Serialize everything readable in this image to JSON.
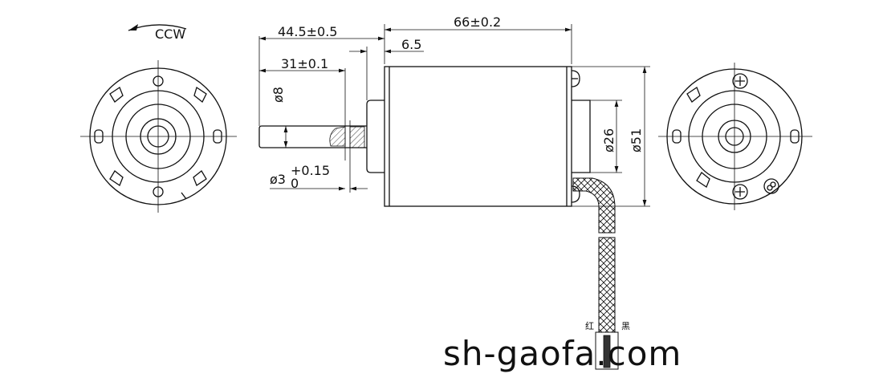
{
  "rotation_label": "CCW",
  "dimensions": {
    "body_length": "66±0.2",
    "shaft_length": "44.5±0.5",
    "shaft_flat_length": "31±0.1",
    "boss_length": "6.5",
    "shaft_diameter": "ø8",
    "flat_width_main": "ø3",
    "flat_width_tol_upper": "+0.15",
    "flat_width_tol_lower": "0",
    "boss_diameter": "ø26",
    "body_diameter": "ø51"
  },
  "wire_labels": {
    "red": "红",
    "black": "黑"
  },
  "watermark": "sh-gaofa.com"
}
